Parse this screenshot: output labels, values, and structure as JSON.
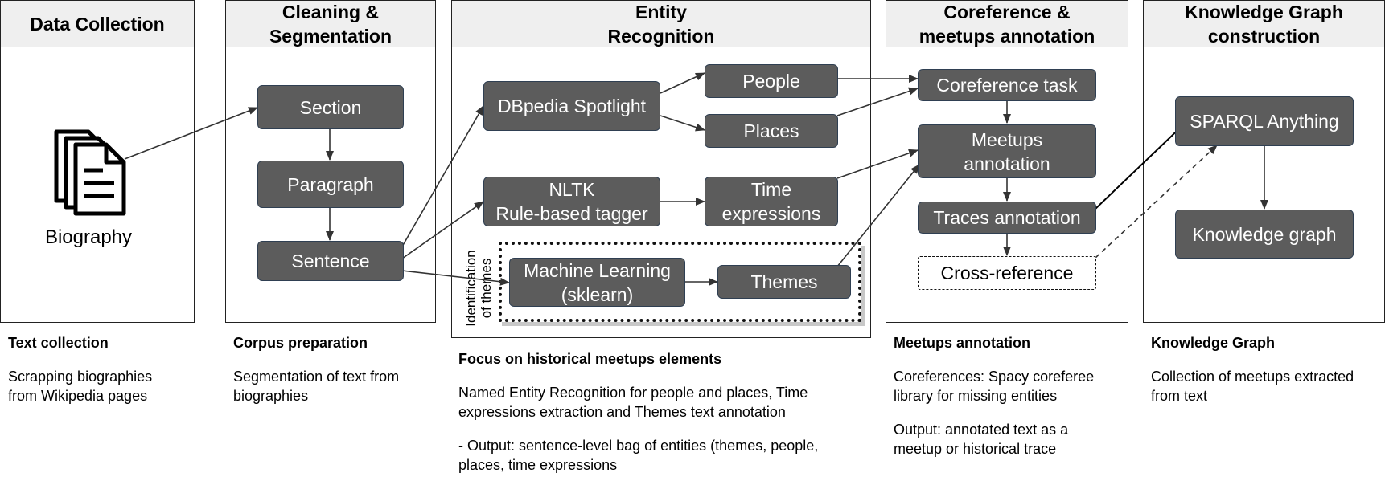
{
  "panels": {
    "data_collection": {
      "title": "Data Collection"
    },
    "cleaning": {
      "title": "Cleaning &\nSegmentation"
    },
    "entity": {
      "title": "Entity\nRecognition"
    },
    "coreference": {
      "title": "Coreference &\nmeetups annotation"
    },
    "kg": {
      "title": "Knowledge Graph\nconstruction"
    }
  },
  "biography_label": "Biography",
  "nodes": {
    "section": "Section",
    "paragraph": "Paragraph",
    "sentence": "Sentence",
    "dbpedia": "DBpedia Spotlight",
    "people": "People",
    "places": "Places",
    "nltk": "NLTK\nRule-based tagger",
    "time_expressions": "Time\nexpressions",
    "ml": "Machine Learning\n(sklearn)",
    "themes": "Themes",
    "coreference_task": "Coreference task",
    "meetups_annotation": "Meetups\nannotation",
    "traces_annotation": "Traces annotation",
    "cross_reference": "Cross-reference",
    "sparql": "SPARQL Anything",
    "knowledge_graph": "Knowledge graph"
  },
  "themes_group_label": "Identification\nof themes",
  "captions": {
    "data_collection": {
      "title": "Text collection",
      "text": "Scrapping biographies\nfrom Wikipedia pages"
    },
    "cleaning": {
      "title": "Corpus preparation",
      "text": "Segmentation of text from\nbiographies"
    },
    "entity": {
      "title": "Focus on historical meetups elements",
      "text": "Named Entity Recognition for people and places, Time\nexpressions extraction and Themes text annotation",
      "output": "- Output: sentence-level bag of entities (themes, people,\nplaces, time expressions"
    },
    "coreference": {
      "title": "Meetups annotation",
      "text": "Coreferences: Spacy coreferee\nlibrary for missing entities",
      "output": "Output: annotated text as a\nmeetup or historical trace"
    },
    "kg": {
      "title": "Knowledge Graph",
      "text": "Collection of meetups extracted\nfrom text"
    }
  },
  "colors": {
    "node_fill": "#5c5c5c",
    "node_border": "#2f3f52",
    "header_fill": "#efefef",
    "arrow": "#333333"
  }
}
